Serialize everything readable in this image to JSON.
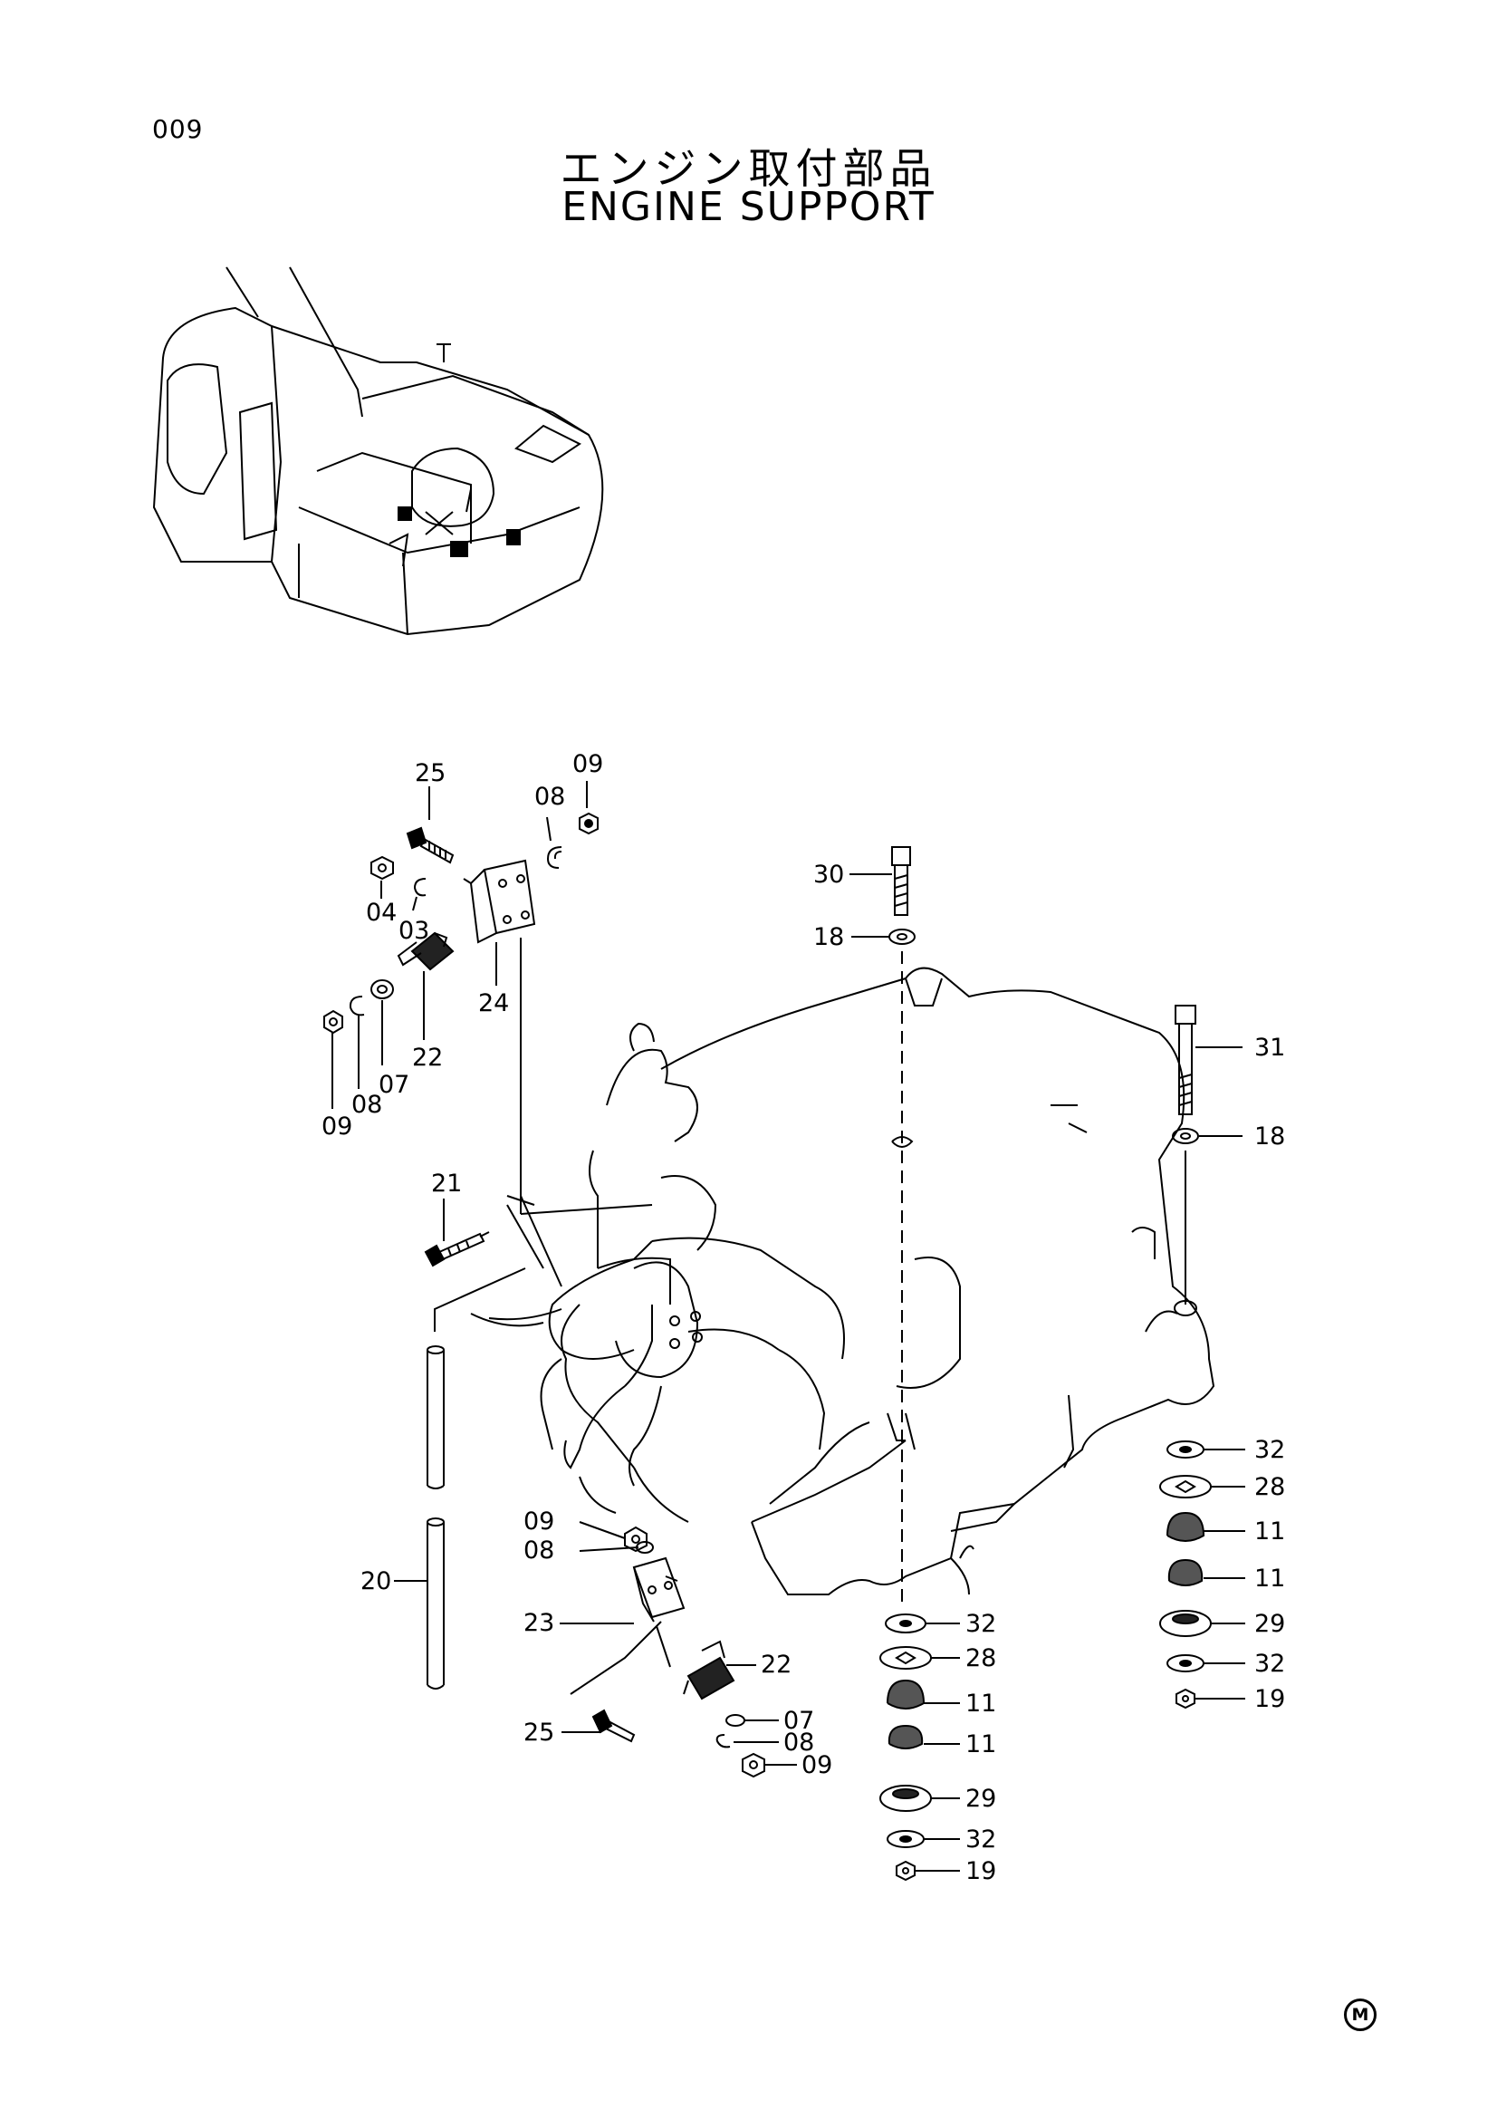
{
  "page": {
    "number": "009",
    "title_ja": "エンジン取付部品",
    "title_en": "ENGINE SUPPORT",
    "manufacturer_mark": "M"
  },
  "callouts": [
    {
      "label": "25"
    },
    {
      "label": "09"
    },
    {
      "label": "08"
    },
    {
      "label": "04"
    },
    {
      "label": "03"
    },
    {
      "label": "24"
    },
    {
      "label": "22"
    },
    {
      "label": "07"
    },
    {
      "label": "08"
    },
    {
      "label": "09"
    },
    {
      "label": "30"
    },
    {
      "label": "18"
    },
    {
      "label": "31"
    },
    {
      "label": "18"
    },
    {
      "label": "21"
    },
    {
      "label": "20"
    },
    {
      "label": "09"
    },
    {
      "label": "08"
    },
    {
      "label": "23"
    },
    {
      "label": "22"
    },
    {
      "label": "25"
    },
    {
      "label": "07"
    },
    {
      "label": "08"
    },
    {
      "label": "09"
    },
    {
      "label": "32"
    },
    {
      "label": "28"
    },
    {
      "label": "11"
    },
    {
      "label": "11"
    },
    {
      "label": "29"
    },
    {
      "label": "32"
    },
    {
      "label": "19"
    },
    {
      "label": "32"
    },
    {
      "label": "28"
    },
    {
      "label": "11"
    },
    {
      "label": "11"
    },
    {
      "label": "29"
    },
    {
      "label": "32"
    },
    {
      "label": "19"
    }
  ]
}
